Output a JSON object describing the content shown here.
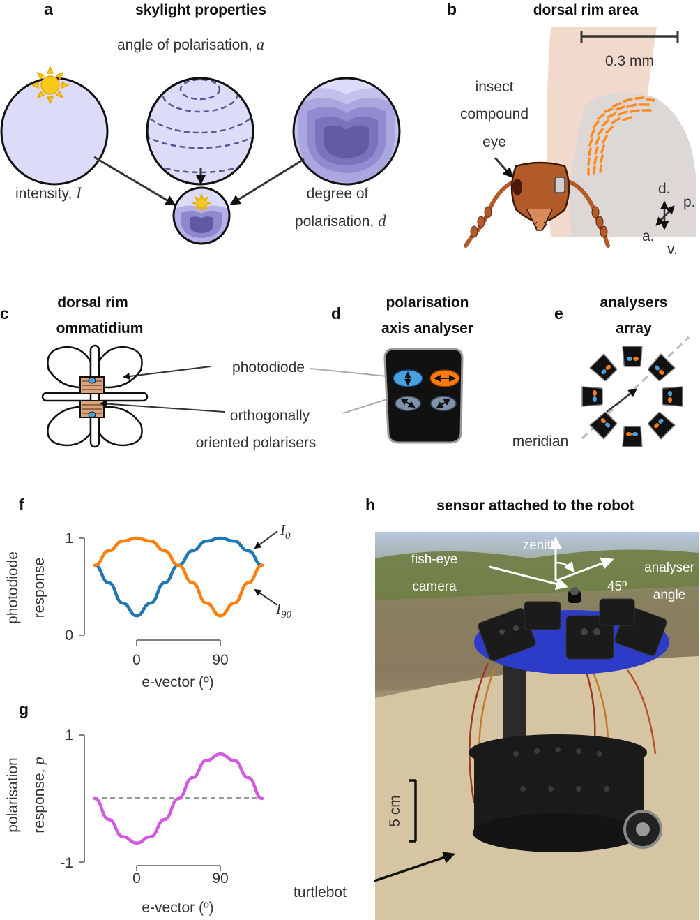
{
  "panels": {
    "a": {
      "letter": "a",
      "title": "skylight properties",
      "aop_label": "angle of polarisation, ",
      "aop_symbol": "a",
      "intensity_label": "intensity, ",
      "intensity_symbol": "I",
      "dop_label_1": "degree of",
      "dop_label_2": "polarisation, ",
      "dop_symbol": "d"
    },
    "b": {
      "letter": "b",
      "title": "dorsal rim area",
      "scale_label": "0.3 mm",
      "eye_label_1": "insect",
      "eye_label_2": "compound",
      "eye_label_3": "eye",
      "dir_d": "d.",
      "dir_p": "p.",
      "dir_a": "a.",
      "dir_v": "v."
    },
    "c": {
      "letter": "c",
      "title_1": "dorsal rim",
      "title_2": "ommatidium"
    },
    "d": {
      "letter": "d",
      "title_1": "polarisation",
      "title_2": "axis analyser"
    },
    "e": {
      "letter": "e",
      "title_1": "analysers",
      "title_2": "array",
      "meridian": "meridian"
    },
    "cd_labels": {
      "photodiode": "photodiode",
      "polarisers_1": "orthogonally",
      "polarisers_2": "oriented polarisers"
    },
    "f": {
      "letter": "f",
      "ylabel_1": "photodiode",
      "ylabel_2": "response",
      "xlabel": "e-vector (º)",
      "yticks": [
        "1",
        "0"
      ],
      "xticks": [
        "0",
        "90"
      ],
      "series_I0": "I",
      "series_I0_sub": "0",
      "series_I90": "I",
      "series_I90_sub": "90"
    },
    "g": {
      "letter": "g",
      "ylabel_1": "polarisation",
      "ylabel_2": "response, ",
      "ylabel_symbol": "p",
      "xlabel": "e-vector (º)",
      "yticks": [
        "1",
        "-1"
      ],
      "xticks": [
        "0",
        "90"
      ]
    },
    "h": {
      "letter": "h",
      "title": "sensor attached to the robot",
      "zenith": "zenith",
      "camera_1": "fish-eye",
      "camera_2": "camera",
      "angle_value": "45º",
      "angle_label_1": "analyser",
      "angle_label_2": "angle",
      "scale_label": "5 cm",
      "robot_label": "turtlebot"
    }
  },
  "colors": {
    "I0": "#1f77b4",
    "I90": "#ff7f0e",
    "p": "#d35ae0",
    "sky_light": "#dcdcf8",
    "sky_mid": "#b9b7ea",
    "sky_dark": "#6f6aac",
    "sun": "#f8c81b",
    "eye_bg": "#f1d9cc",
    "eye_rim": "#ff8a1e",
    "device": "#111111",
    "photo_blue": "#4a9fdf",
    "photo_orange": "#ff7a10"
  },
  "chart_data": [
    {
      "type": "line",
      "title": "",
      "xlabel": "e-vector (º)",
      "ylabel": "photodiode response",
      "xlim": [
        -45,
        135
      ],
      "ylim": [
        0,
        1
      ],
      "xticks": [
        0,
        90
      ],
      "yticks": [
        0,
        1
      ],
      "x": [
        -45,
        -30,
        -15,
        0,
        15,
        30,
        45,
        60,
        75,
        90,
        105,
        120,
        135
      ],
      "series": [
        {
          "name": "I0",
          "values": [
            0.72,
            0.54,
            0.33,
            0.2,
            0.33,
            0.54,
            0.72,
            0.87,
            0.97,
            1.0,
            0.97,
            0.87,
            0.72
          ]
        },
        {
          "name": "I90",
          "values": [
            0.72,
            0.87,
            0.97,
            1.0,
            0.97,
            0.87,
            0.72,
            0.54,
            0.33,
            0.2,
            0.33,
            0.54,
            0.72
          ]
        }
      ]
    },
    {
      "type": "line",
      "title": "",
      "xlabel": "e-vector (º)",
      "ylabel": "polarisation response, p",
      "xlim": [
        -45,
        135
      ],
      "ylim": [
        -1,
        1
      ],
      "xticks": [
        0,
        90
      ],
      "yticks": [
        -1,
        1
      ],
      "reference_line": 0,
      "x": [
        -45,
        -30,
        -15,
        0,
        15,
        30,
        45,
        60,
        75,
        90,
        105,
        120,
        135
      ],
      "series": [
        {
          "name": "p",
          "values": [
            0.0,
            -0.33,
            -0.6,
            -0.7,
            -0.6,
            -0.33,
            0.0,
            0.33,
            0.6,
            0.7,
            0.6,
            0.33,
            0.0
          ]
        }
      ]
    }
  ]
}
